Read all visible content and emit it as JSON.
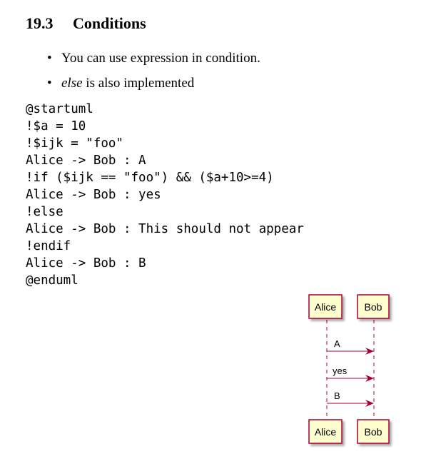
{
  "section": {
    "number": "19.3",
    "title": "Conditions"
  },
  "bullets": [
    {
      "text": "You can use expression in condition.",
      "italic_prefix": ""
    },
    {
      "text": " is also implemented",
      "italic_prefix": "else"
    }
  ],
  "code_lines": [
    "@startuml",
    "!$a = 10",
    "!$ijk = \"foo\"",
    "Alice -> Bob : A",
    "!if ($ijk == \"foo\") && ($a+10>=4)",
    "Alice -> Bob : yes",
    "!else",
    "Alice -> Bob : This should not appear",
    "!endif",
    "Alice -> Bob : B",
    "@enduml"
  ],
  "diagram": {
    "participants": [
      "Alice",
      "Bob"
    ],
    "messages": [
      "A",
      "yes",
      "B"
    ],
    "colors": {
      "box_fill": "#FEFECE",
      "box_border": "#A80036",
      "arrow": "#A80036"
    }
  }
}
